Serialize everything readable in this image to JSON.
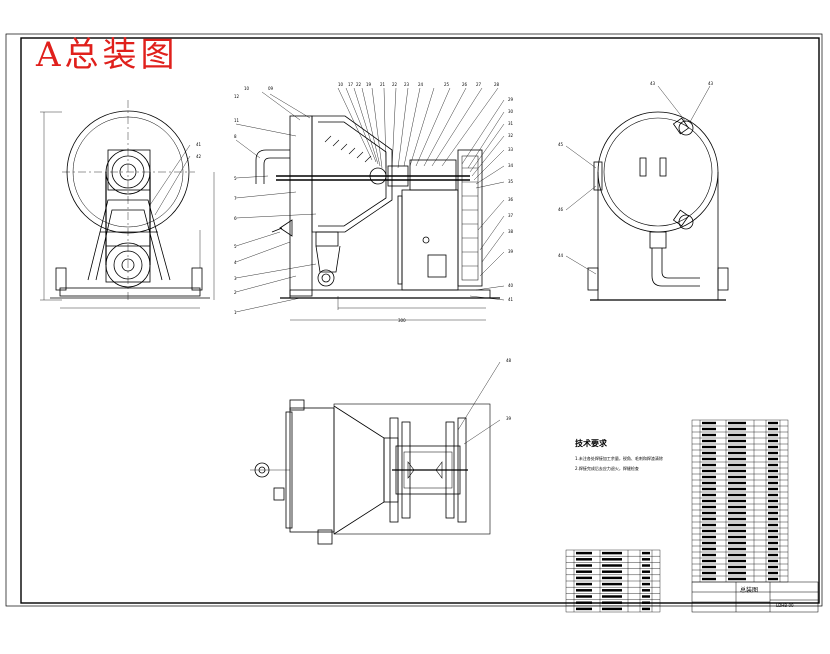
{
  "drawing": {
    "title": "A总装图",
    "tech_requirements": {
      "heading": "技术要求",
      "lines": [
        "1.未注各处焊接加工余量，锐角、毛刺和焊渣清除",
        "2.焊接完成后去应力退火，焊缝检查"
      ]
    },
    "title_block": {
      "name": "总装图",
      "code": "LDHB-00"
    }
  },
  "colors": {
    "line": "#000000",
    "title": "#e0201c",
    "paper": "#ffffff"
  }
}
